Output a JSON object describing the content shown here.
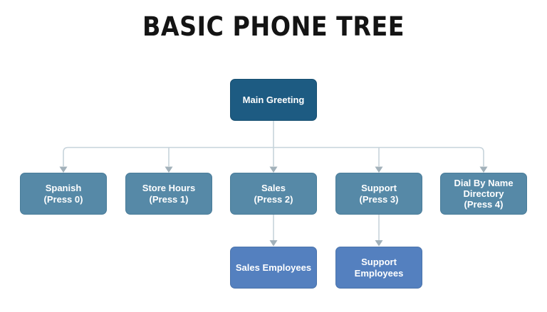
{
  "title": "BASIC PHONE TREE",
  "colors": {
    "background": "#ffffff",
    "title_color": "#141414",
    "root_fill": "#1d5b82",
    "root_border": "#164e70",
    "level1_fill": "#5689a7",
    "level1_border": "#497c99",
    "level2_fill": "#5480bf",
    "level2_border": "#4a73ab",
    "connector": "#c6d3db",
    "arrowhead": "#a2b1ba"
  },
  "tree": {
    "root": {
      "label": "Main Greeting"
    },
    "level1": [
      {
        "name": "Spanish",
        "key": "(Press 0)"
      },
      {
        "name": "Store Hours",
        "key": "(Press 1)"
      },
      {
        "name": "Sales",
        "key": "(Press 2)"
      },
      {
        "name": "Support",
        "key": "(Press 3)"
      },
      {
        "name": "Dial By Name Directory",
        "key": "(Press 4)"
      }
    ],
    "level2": [
      {
        "name": "Sales Employees",
        "parent": "Sales (Press 2)"
      },
      {
        "name": "Support Employees",
        "parent": "Support (Press 3)"
      }
    ]
  }
}
